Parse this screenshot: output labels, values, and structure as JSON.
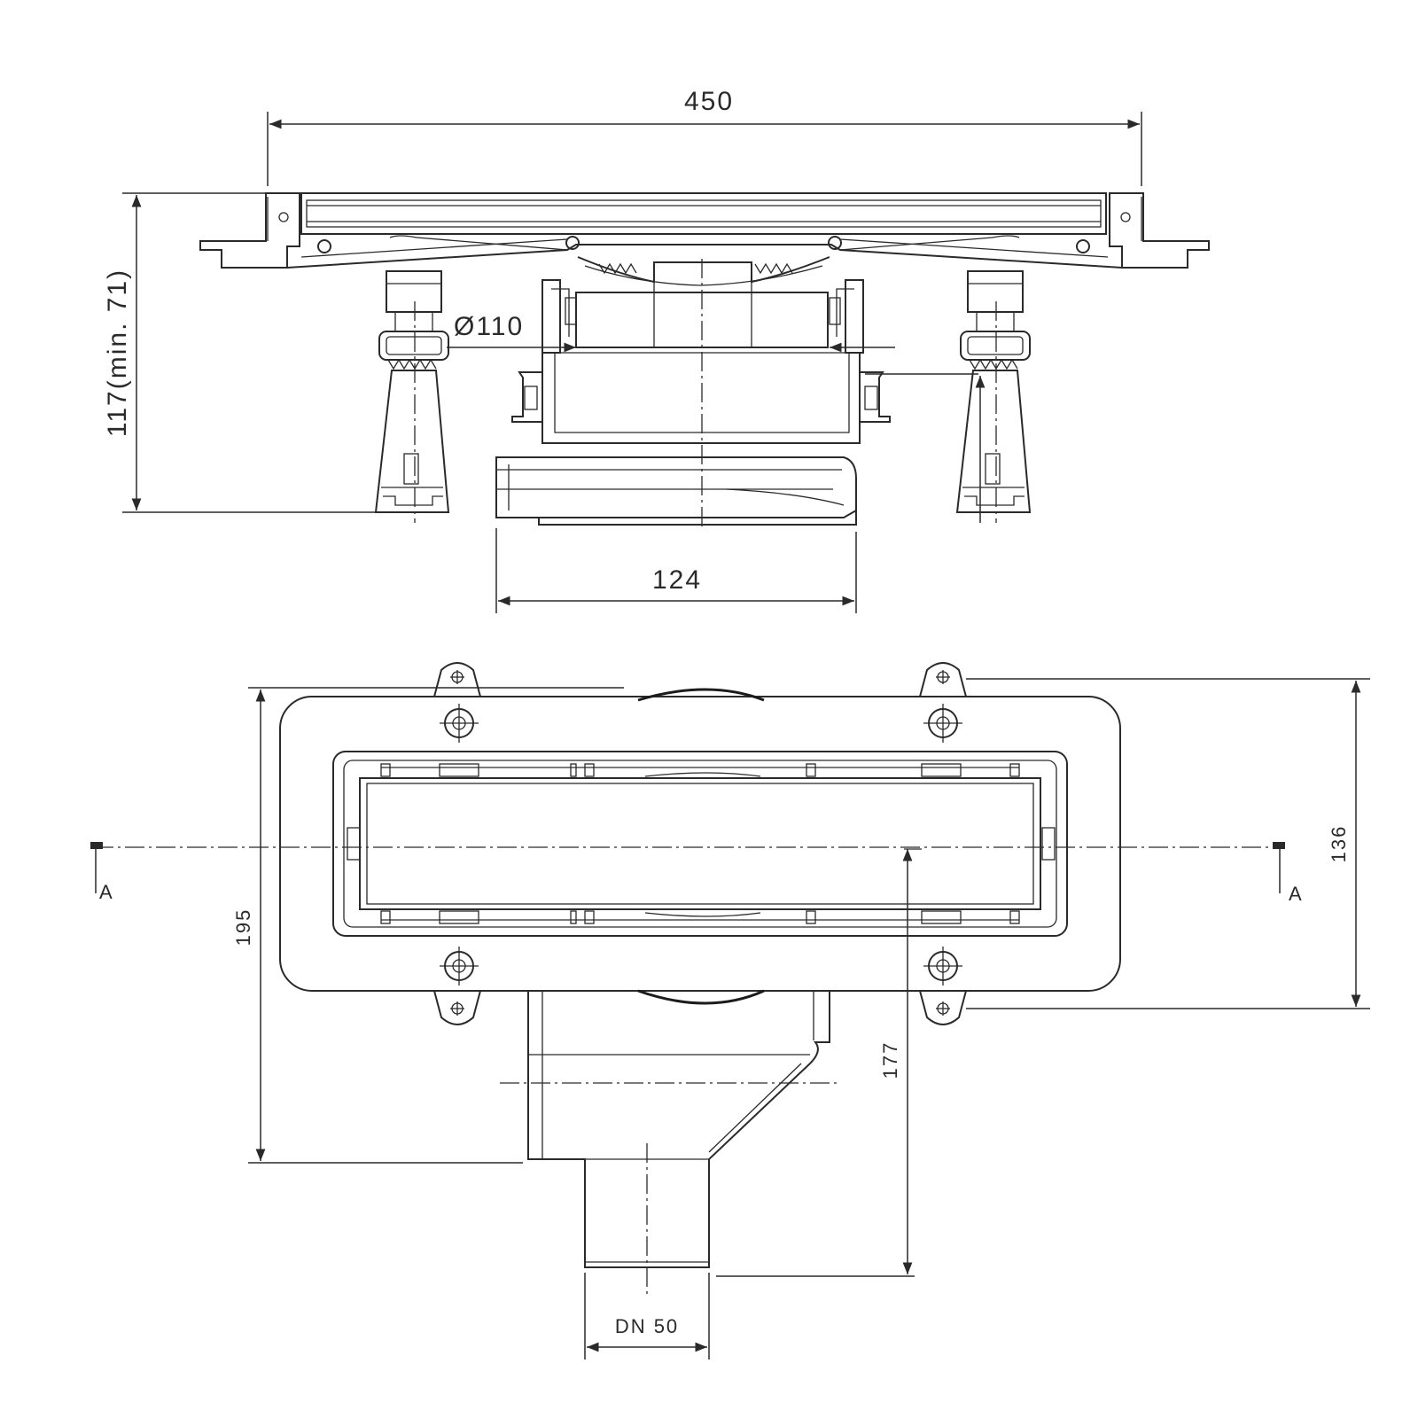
{
  "dimensions": {
    "width_top": "450",
    "height_top": "117(min. 71)",
    "pipe_diameter": "Ø110",
    "outlet_width": "124",
    "width_bottom": "136",
    "depth_195": "195",
    "depth_177": "177",
    "outlet_dn": "DN 50"
  },
  "section_marks": {
    "left": "A",
    "right": "A"
  }
}
